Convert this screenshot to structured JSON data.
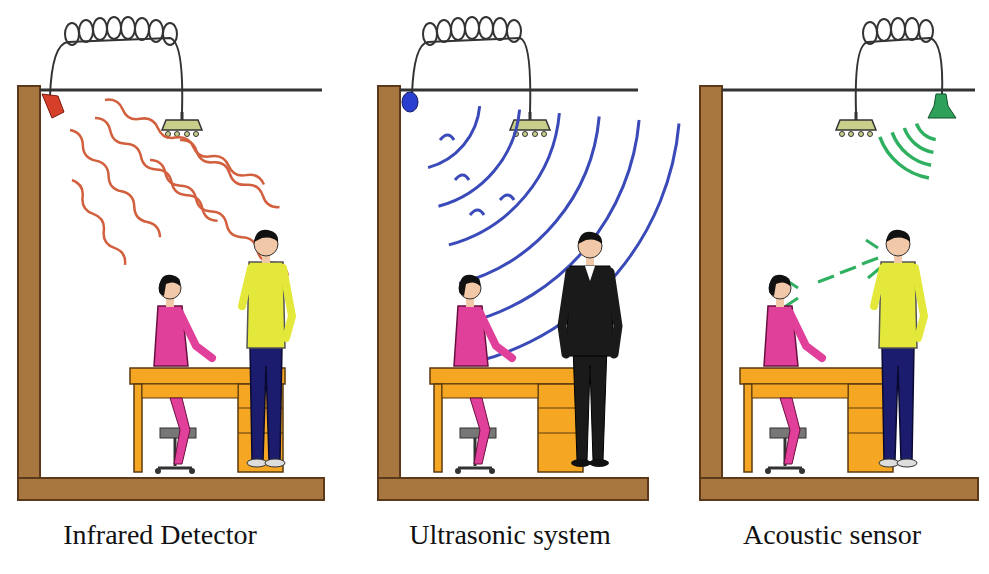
{
  "diagram": {
    "labels": [
      "Infrared Detector",
      "Ultrasonic system",
      "Acoustic sensor"
    ]
  }
}
